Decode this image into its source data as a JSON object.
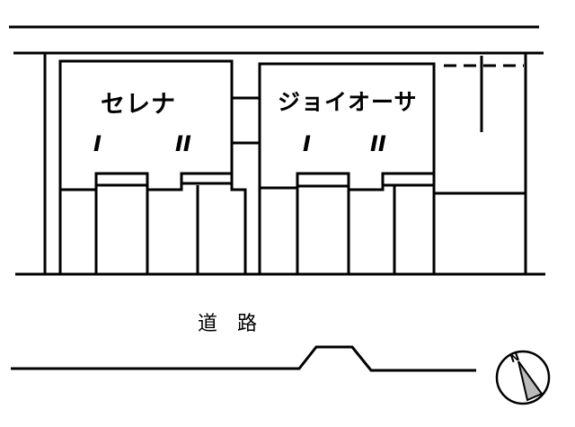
{
  "buildings": [
    {
      "name": "セレナ",
      "units": [
        "I",
        "II"
      ]
    },
    {
      "name": "ジョイオーサ",
      "units": [
        "I",
        "II"
      ]
    }
  ],
  "road_label": "道路",
  "compass": {
    "label": "N",
    "icon": "north-arrow-icon"
  },
  "colors": {
    "line": "#000000",
    "background": "#ffffff"
  }
}
